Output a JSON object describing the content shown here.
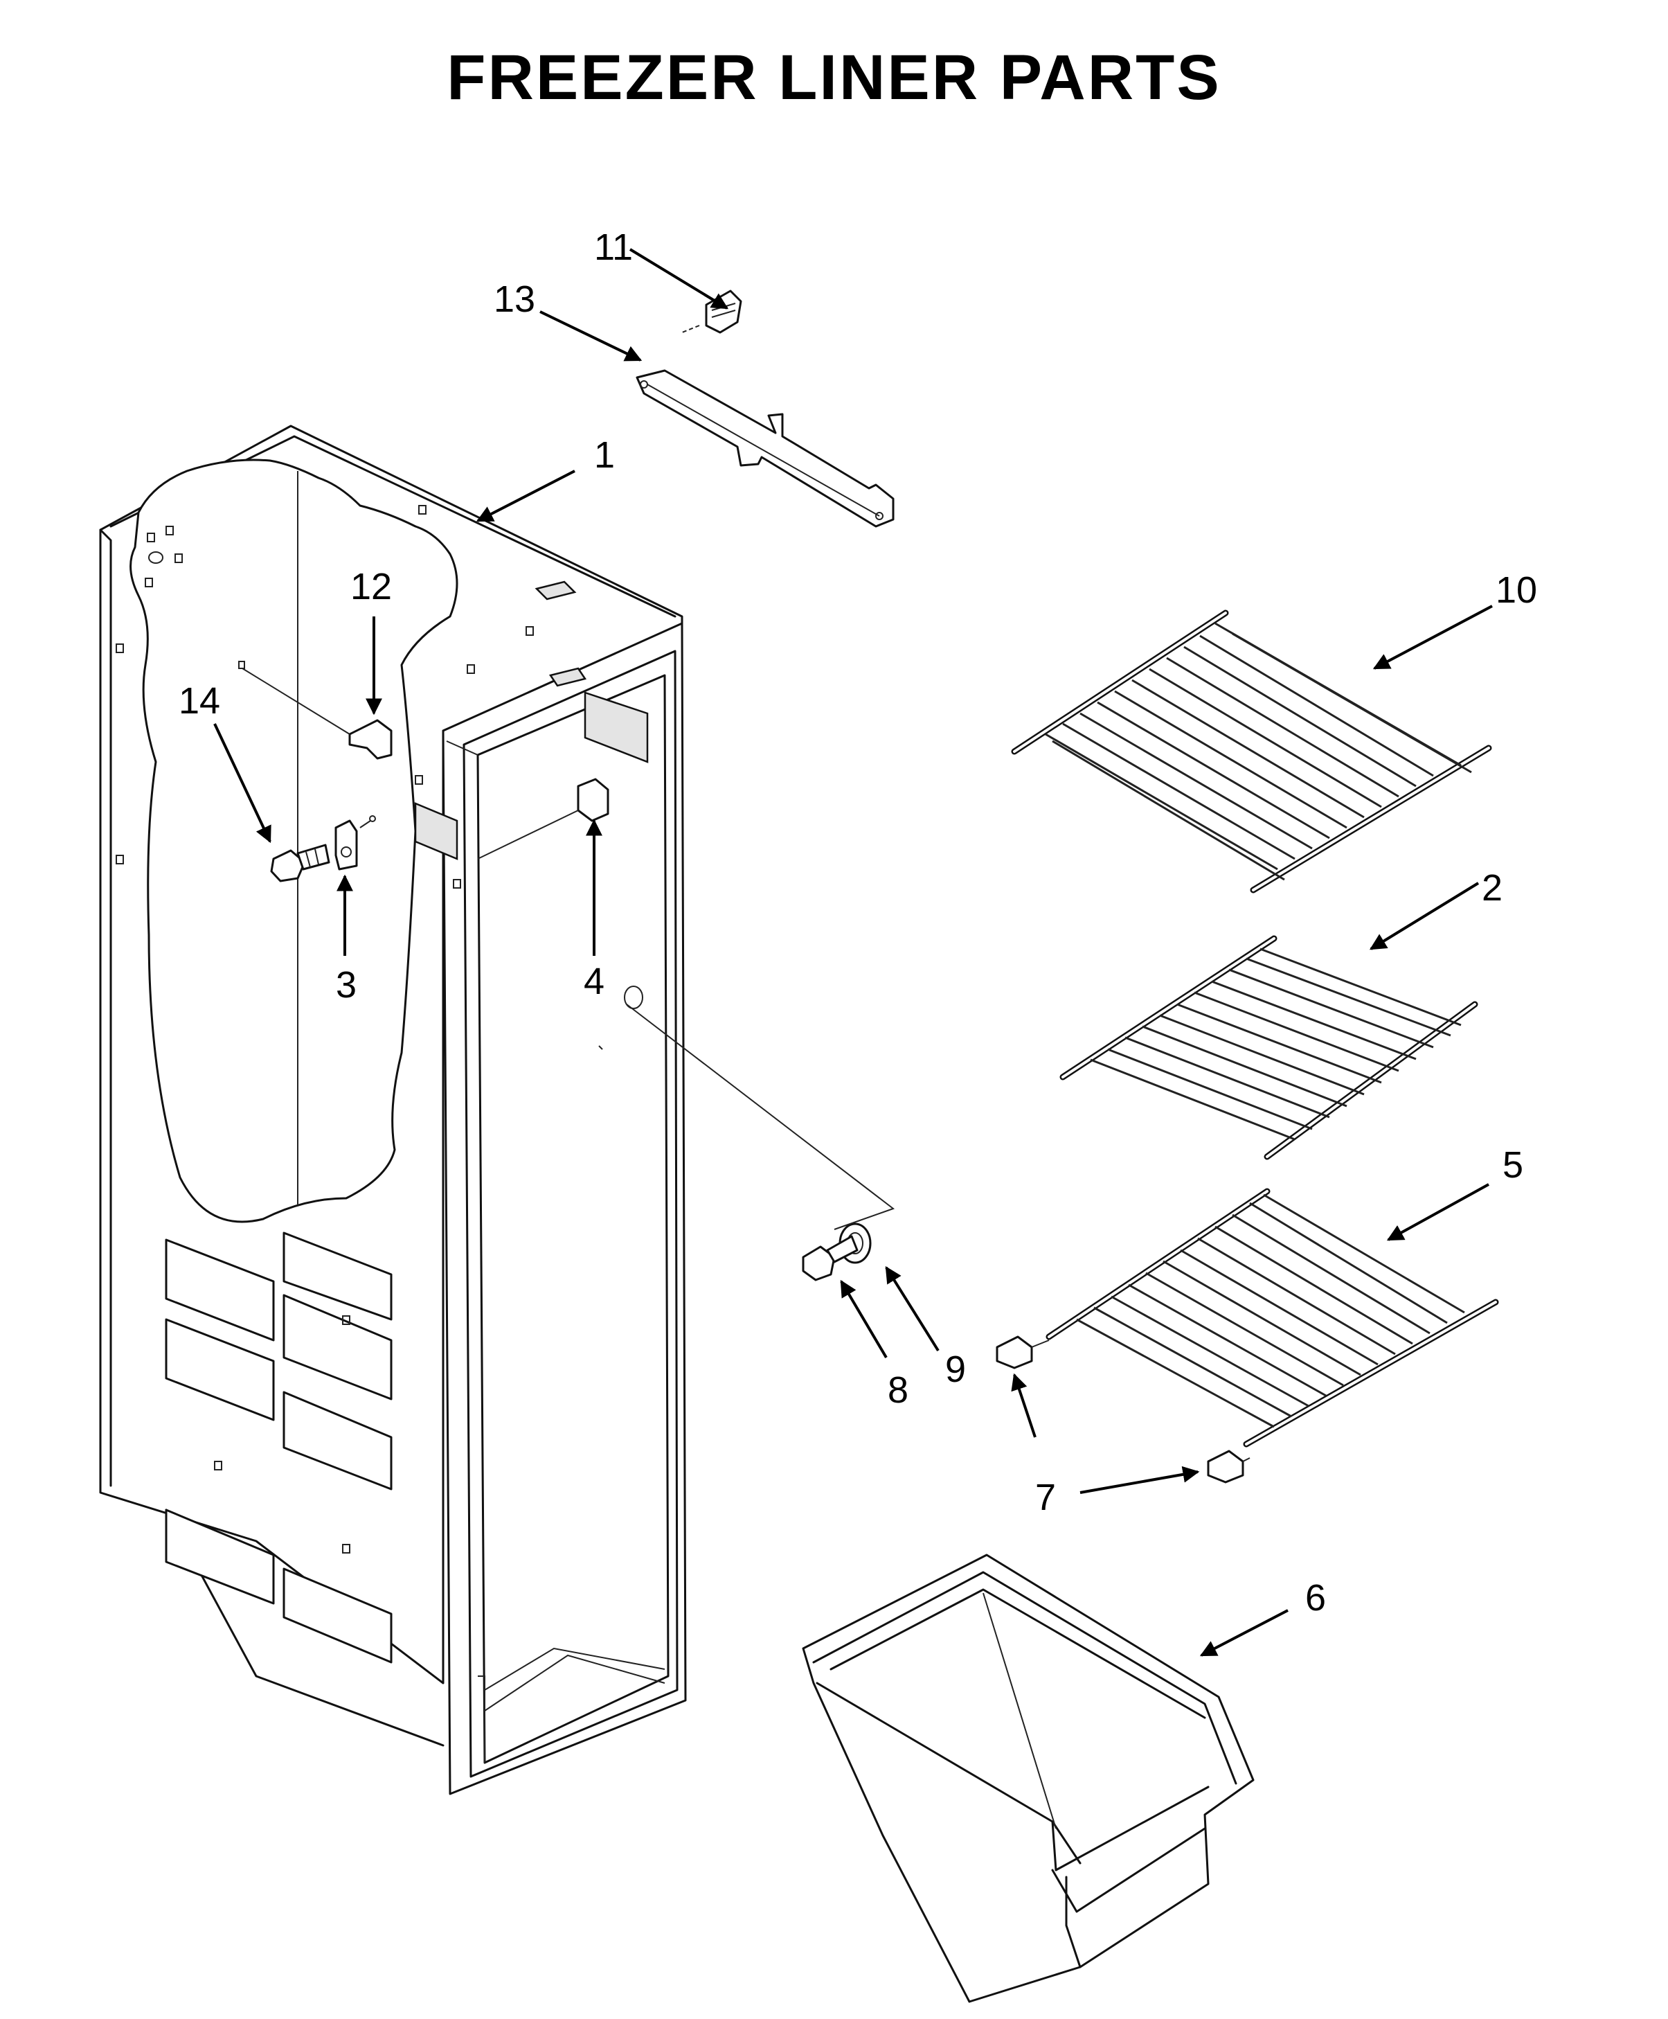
{
  "title": "FREEZER LINER PARTS",
  "callouts": {
    "c1": "1",
    "c2": "2",
    "c3": "3",
    "c4": "4",
    "c5": "5",
    "c6": "6",
    "c7a": "7",
    "c8": "8",
    "c9": "9",
    "c10": "10",
    "c11": "11",
    "c12": "12",
    "c13": "13",
    "c14": "14"
  }
}
